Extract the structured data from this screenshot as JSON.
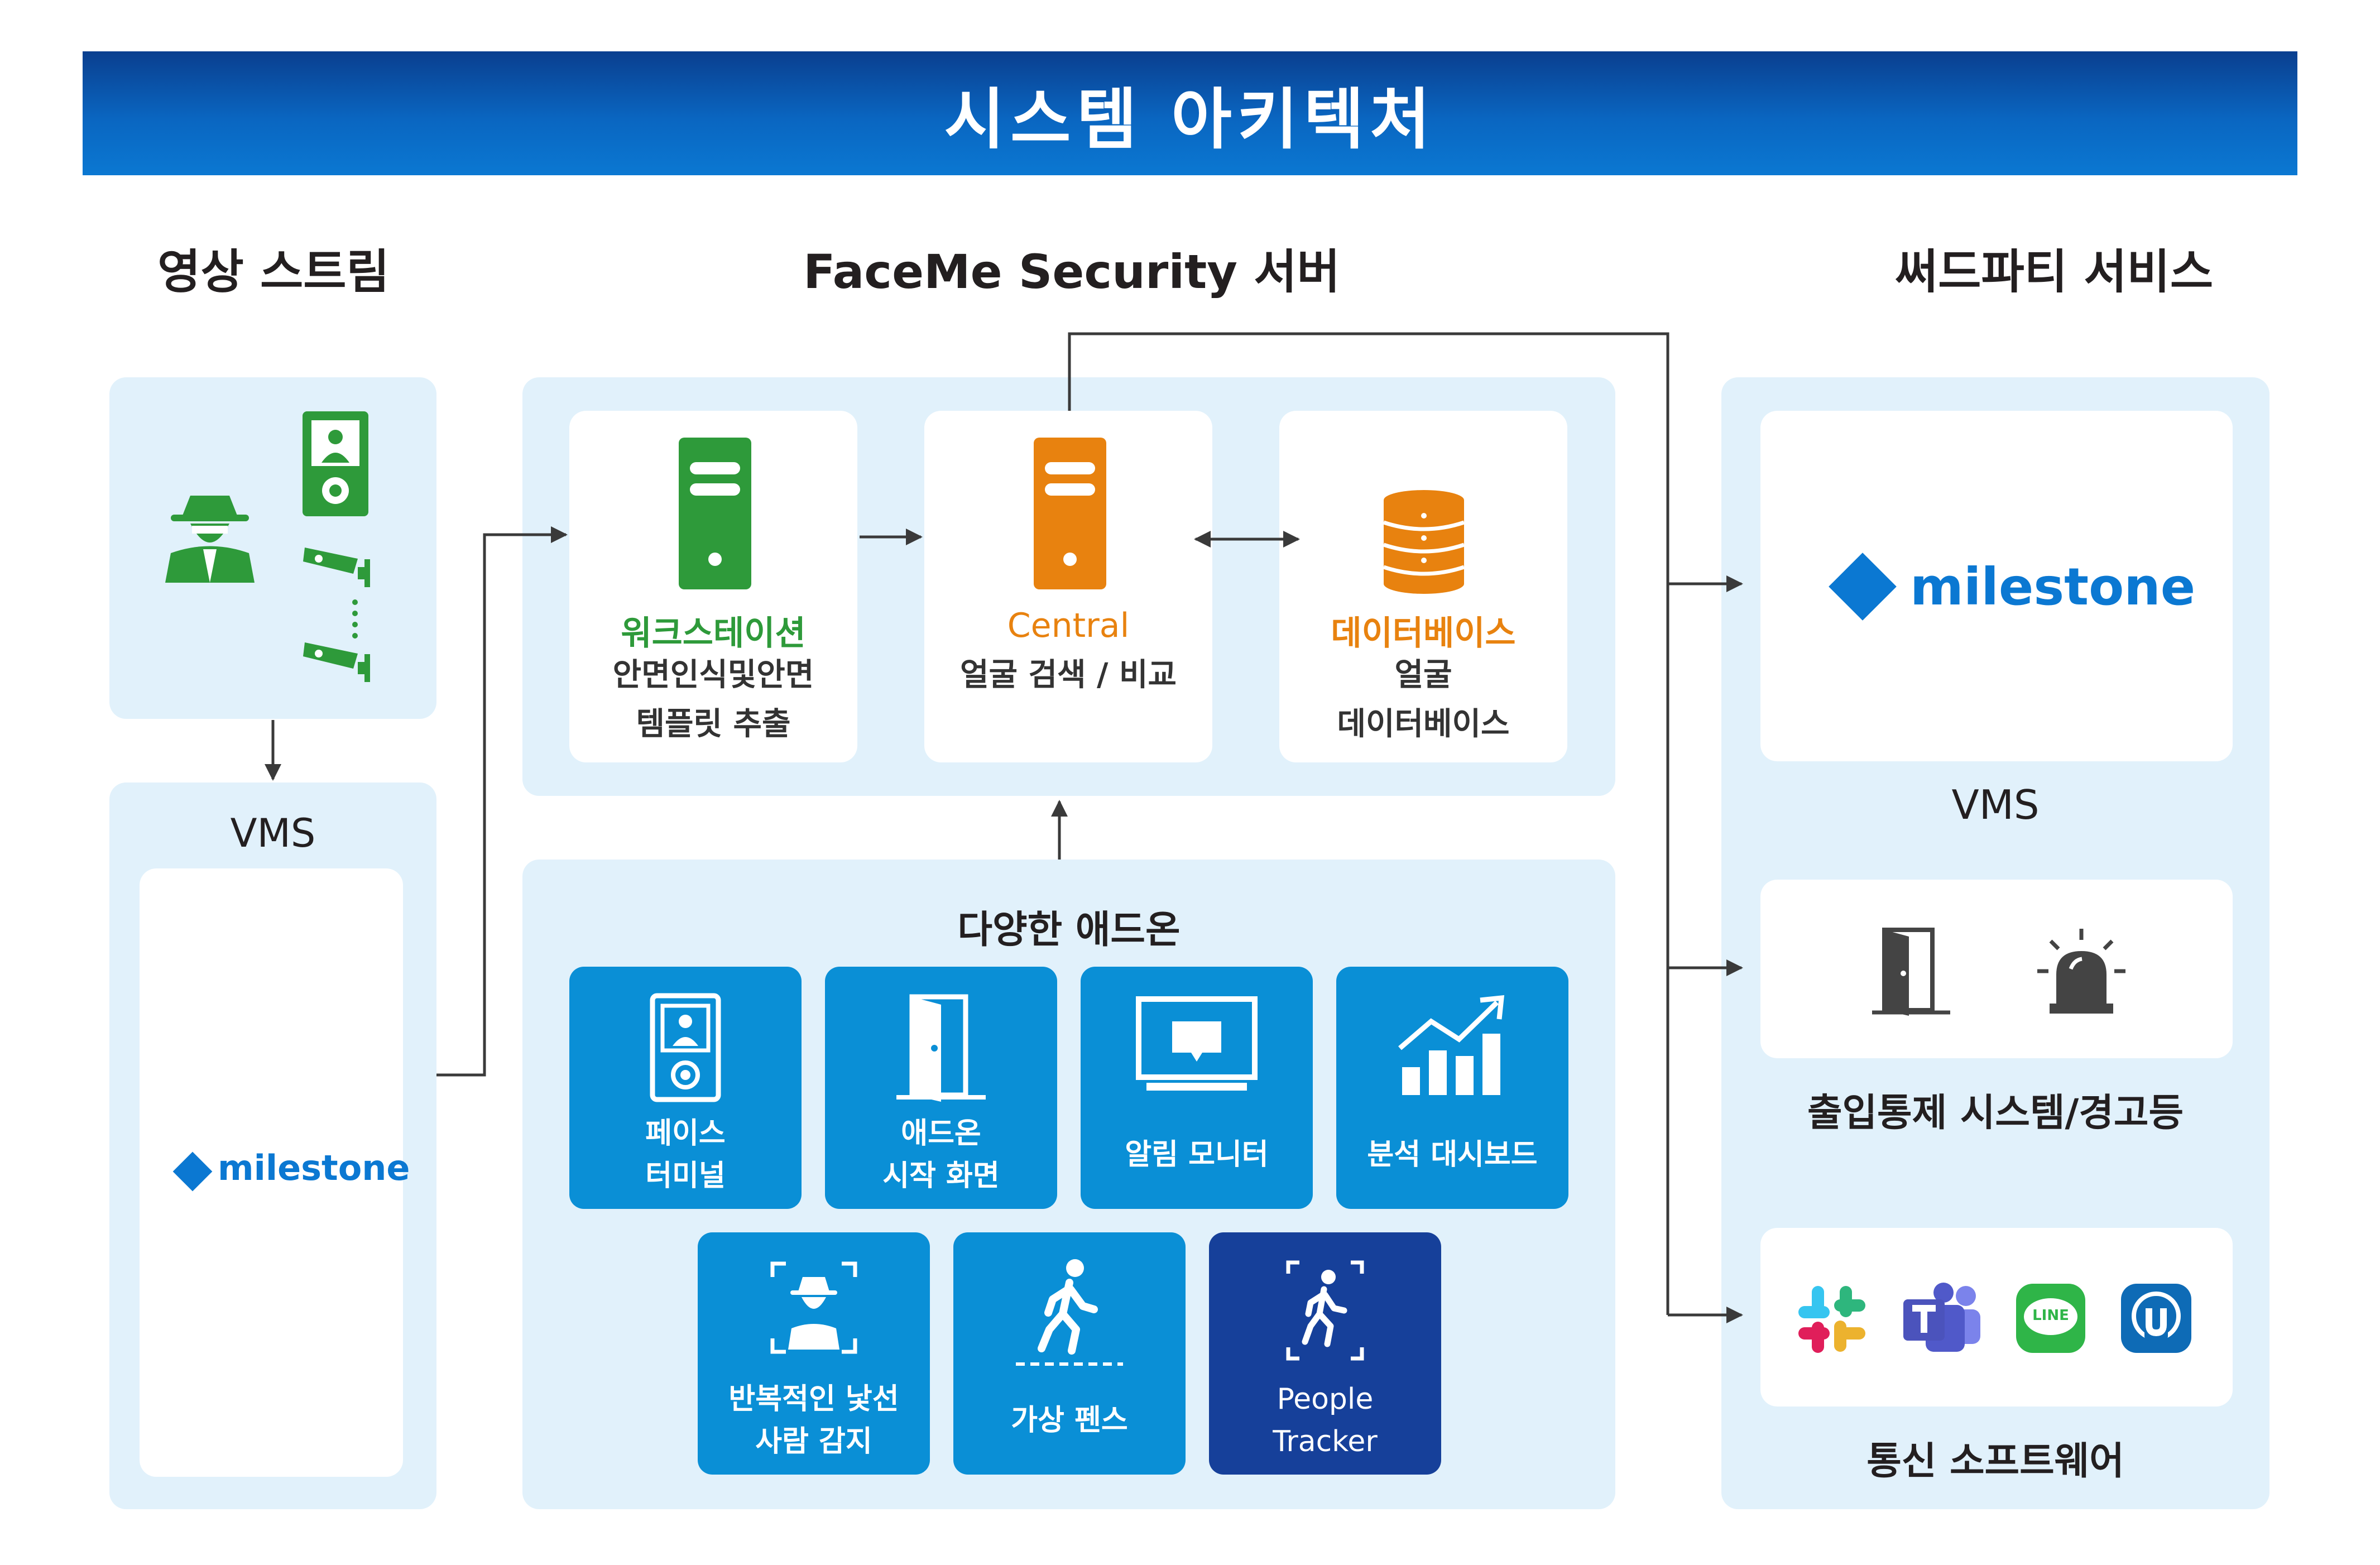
{
  "title": "시스템 아키텍처",
  "columns": {
    "left": "영상 스트림",
    "center": "FaceMe Security 서버",
    "right": "써드파티 서비스"
  },
  "video_stream": {
    "vms_label": "VMS",
    "vms_logo_text": "milestone"
  },
  "server": {
    "workstation": {
      "title": "워크스테이션",
      "line1": "안면인식및안면",
      "line2": "템플릿 추출"
    },
    "central": {
      "title": "Central",
      "line1": "얼굴 검색 / 비교"
    },
    "database": {
      "title": "데이터베이스",
      "line1": "얼굴",
      "line2": "데이터베이스"
    }
  },
  "addons": {
    "title": "다양한 애드온",
    "tiles": [
      {
        "line1": "페이스",
        "line2": "터미널"
      },
      {
        "line1": "애드온",
        "line2": "시작 화면"
      },
      {
        "line1": "알림 모니터",
        "line2": ""
      },
      {
        "line1": "분석 대시보드",
        "line2": ""
      },
      {
        "line1": "반복적인 낯선",
        "line2": "사람 감지"
      },
      {
        "line1": "가상 펜스",
        "line2": ""
      },
      {
        "line1": "People",
        "line2": "Tracker"
      }
    ]
  },
  "third_party": {
    "vms_logo_text": "milestone",
    "vms_label": "VMS",
    "access_label": "출입통제 시스템/경고등",
    "comm_label": "통신 소프트웨어",
    "line_badge": "LINE"
  },
  "colors": {
    "banner": "#0a66c1",
    "panel": "#e1f1fb",
    "green": "#2e9a3a",
    "orange": "#e8820f",
    "tile": "#0a8fd6",
    "tile_dark": "#16409a",
    "milestone": "#0b78d2"
  }
}
